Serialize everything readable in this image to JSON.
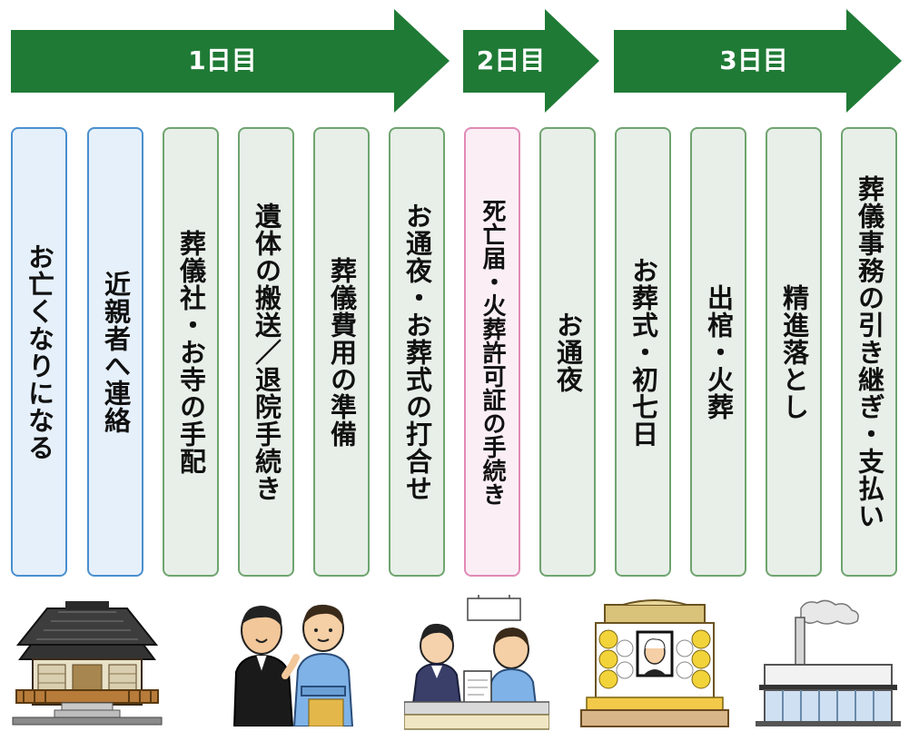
{
  "timeline": {
    "days": [
      {
        "label": "1日目"
      },
      {
        "label": "2日目"
      },
      {
        "label": "3日目"
      }
    ]
  },
  "steps": [
    {
      "text": "お亡くなりになる",
      "color": "blue"
    },
    {
      "text": "近親者へ連絡",
      "color": "blue"
    },
    {
      "text": "葬儀社・お寺の手配",
      "color": "green"
    },
    {
      "text": "遺体の搬送／退院手続き",
      "color": "green"
    },
    {
      "text": "葬儀費用の準備",
      "color": "green"
    },
    {
      "text": "お通夜・お葬式の打合せ",
      "color": "green"
    },
    {
      "text": "死亡届・火葬許可証の手続き",
      "color": "pink"
    },
    {
      "text": "お通夜",
      "color": "green"
    },
    {
      "text": "お葬式・初七日",
      "color": "green"
    },
    {
      "text": "出棺・火葬",
      "color": "green"
    },
    {
      "text": "精進落とし",
      "color": "green"
    },
    {
      "text": "葬儀事務の引き継ぎ・支払い",
      "color": "green"
    }
  ],
  "illustrations": [
    "temple",
    "consultation",
    "reception-desk",
    "funeral-altar",
    "crematorium"
  ],
  "colors": {
    "arrow_green": "#1f7a35",
    "card_green_border": "#6fa46f",
    "card_blue_border": "#4a8fcf",
    "card_pink_border": "#e08ab5"
  }
}
